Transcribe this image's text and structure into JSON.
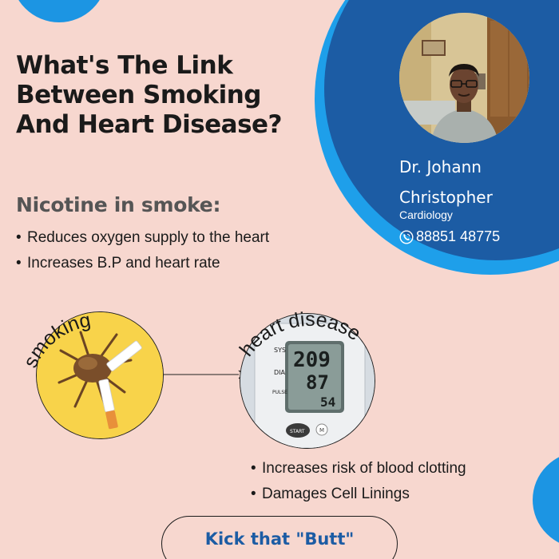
{
  "headline": "What's The Link Between Smoking And Heart Disease?",
  "nicotine": {
    "heading": "Nicotine in smoke:",
    "items": [
      "Reduces oxygen supply to the heart",
      "Increases B.P and heart rate"
    ]
  },
  "doctor": {
    "name": "Dr. Johann Christopher",
    "specialty": "Cardiology",
    "phone": "88851 48775"
  },
  "illustrations": {
    "smoking_label": "smoking",
    "heart_label": "heart disease",
    "monitor": {
      "sys": "SYS",
      "dia": "DIA",
      "pulse": "PULSE",
      "sys_value": "209",
      "dia_value": "87",
      "pulse_value": "54",
      "start": "START",
      "m": "M"
    }
  },
  "effects": {
    "items": [
      "Increases risk of blood clotting",
      "Damages Cell Linings"
    ]
  },
  "cta": {
    "label": "Kick that \"Butt\""
  },
  "colors": {
    "background": "#f7d7cf",
    "accent_blue": "#1c5ca4",
    "light_blue": "#1e9fea",
    "heading": "#1a1a1a",
    "subheading": "#555555"
  }
}
